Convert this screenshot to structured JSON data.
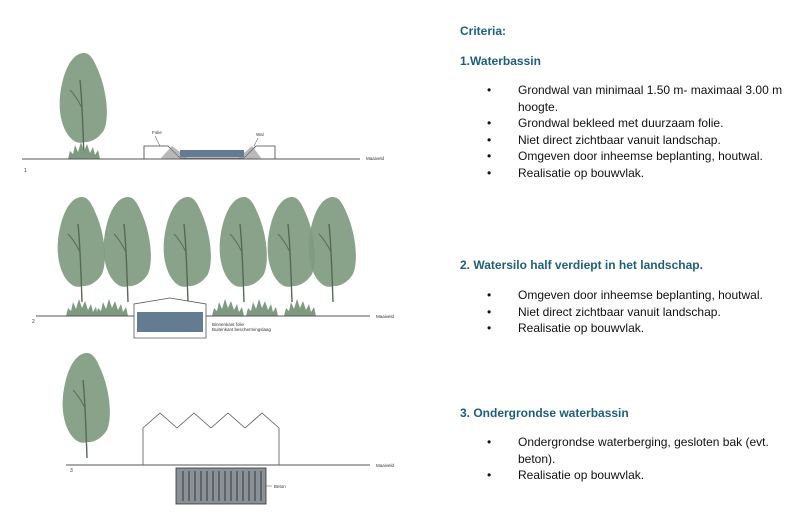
{
  "illustrations": [
    {
      "number": "1",
      "ground_label": "Maaiveld",
      "labels": [
        "Folie",
        "Wal"
      ]
    },
    {
      "number": "2",
      "ground_label": "Maaiveld",
      "labels": [
        "Binnenkant folie",
        "Buitenkant beschermingslaag"
      ]
    },
    {
      "number": "3",
      "ground_label": "Maaiveld",
      "labels": [
        "Beton"
      ]
    }
  ],
  "criteria": {
    "title": "Criteria:",
    "sections": [
      {
        "heading": "1.Waterbassin",
        "items": [
          "Grondwal van minimaal 1.50 m- maximaal 3.00 m hoogte.",
          "Grondwal bekleed met duurzaam folie.",
          "Niet direct zichtbaar vanuit landschap.",
          "Omgeven door inheemse beplanting, houtwal.",
          "Realisatie op bouwvlak."
        ]
      },
      {
        "heading": "2. Watersilo half verdiept in het landschap.",
        "items": [
          "Omgeven door inheemse beplanting, houtwal.",
          "Niet direct zichtbaar vanuit landschap.",
          "Realisatie op bouwvlak."
        ]
      },
      {
        "heading": "3. Ondergrondse waterbassin",
        "items": [
          "Ondergrondse waterberging, gesloten bak (evt. beton).",
          "Realisatie op bouwvlak."
        ]
      }
    ]
  },
  "colors": {
    "tree": "#7f9a80",
    "tree_dark": "#5f7f60",
    "water": "#647c92",
    "heading": "#1f5f7a"
  }
}
